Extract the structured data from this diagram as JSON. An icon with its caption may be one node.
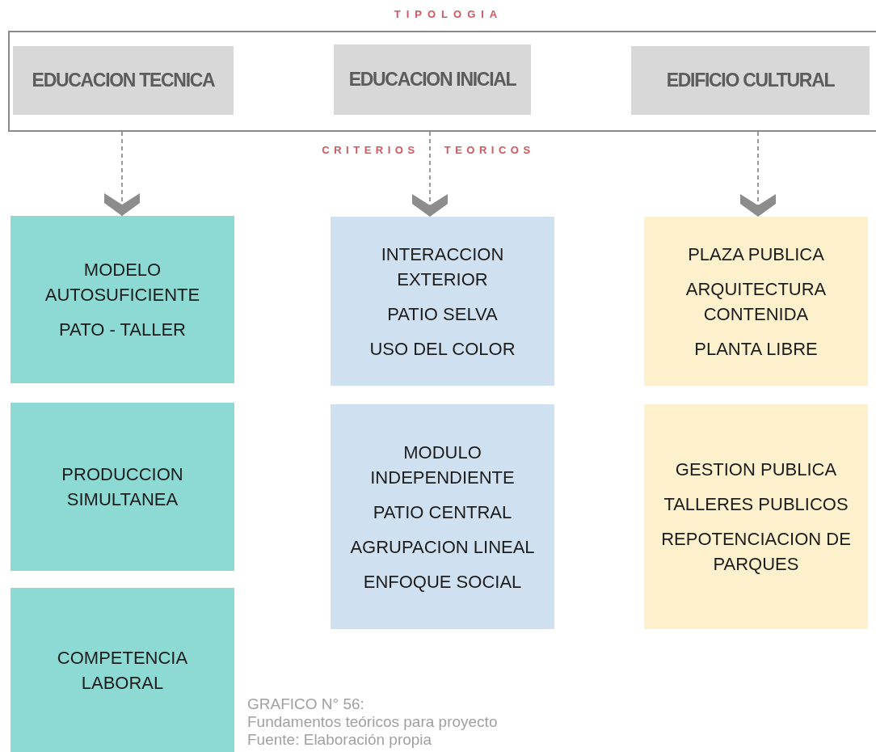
{
  "diagram": {
    "nodes": [
      {
        "text": [
          "TIPOLOGIA"
        ]
      },
      {
        "text": [
          "EDUCACION TECNICA"
        ],
        "in": 0
      },
      {
        "text": [
          "EDUCACION INICIAL"
        ],
        "in": 0
      },
      {
        "text": [
          "EDIFICIO CULTURAL"
        ],
        "in": 0
      },
      {
        "text": [
          "MODELO AUTOSUFICIENTE",
          "PATO - TALLER"
        ]
      },
      {
        "text": [
          "PRODUCCION SIMULTANEA"
        ]
      },
      {
        "text": [
          "COMPETENCIA LABORAL"
        ]
      },
      {
        "text": [
          "INTERACCION EXTERIOR",
          "PATIO SELVA",
          "USO DEL COLOR"
        ]
      },
      {
        "text": [
          "MODULO INDEPENDIENTE",
          "PATIO CENTRAL",
          "AGRUPACION LINEAL",
          "ENFOQUE SOCIAL"
        ]
      },
      {
        "text": [
          "PLAZA PUBLICA",
          "ARQUITECTURA CONTENIDA",
          "PLANTA LIBRE"
        ]
      },
      {
        "text": [
          "GESTION PUBLICA",
          "TALLERES PUBLICOS",
          "REPOTENCIACION DE PARQUES"
        ]
      }
    ],
    "edges": [
      {
        "from": 1,
        "to": 4,
        "arrow": "to",
        "style": "dashed"
      },
      {
        "from": 2,
        "to": 7,
        "arrow": "to",
        "style": "dashed"
      },
      {
        "from": 3,
        "to": 9,
        "arrow": "to",
        "style": "dashed"
      }
    ],
    "labels": [
      "CRITERIOS TEORICOS",
      "GRAFICO N° 56:",
      "Fundamentos teóricos para proyecto",
      "Fuente: Elaboración propia"
    ]
  }
}
